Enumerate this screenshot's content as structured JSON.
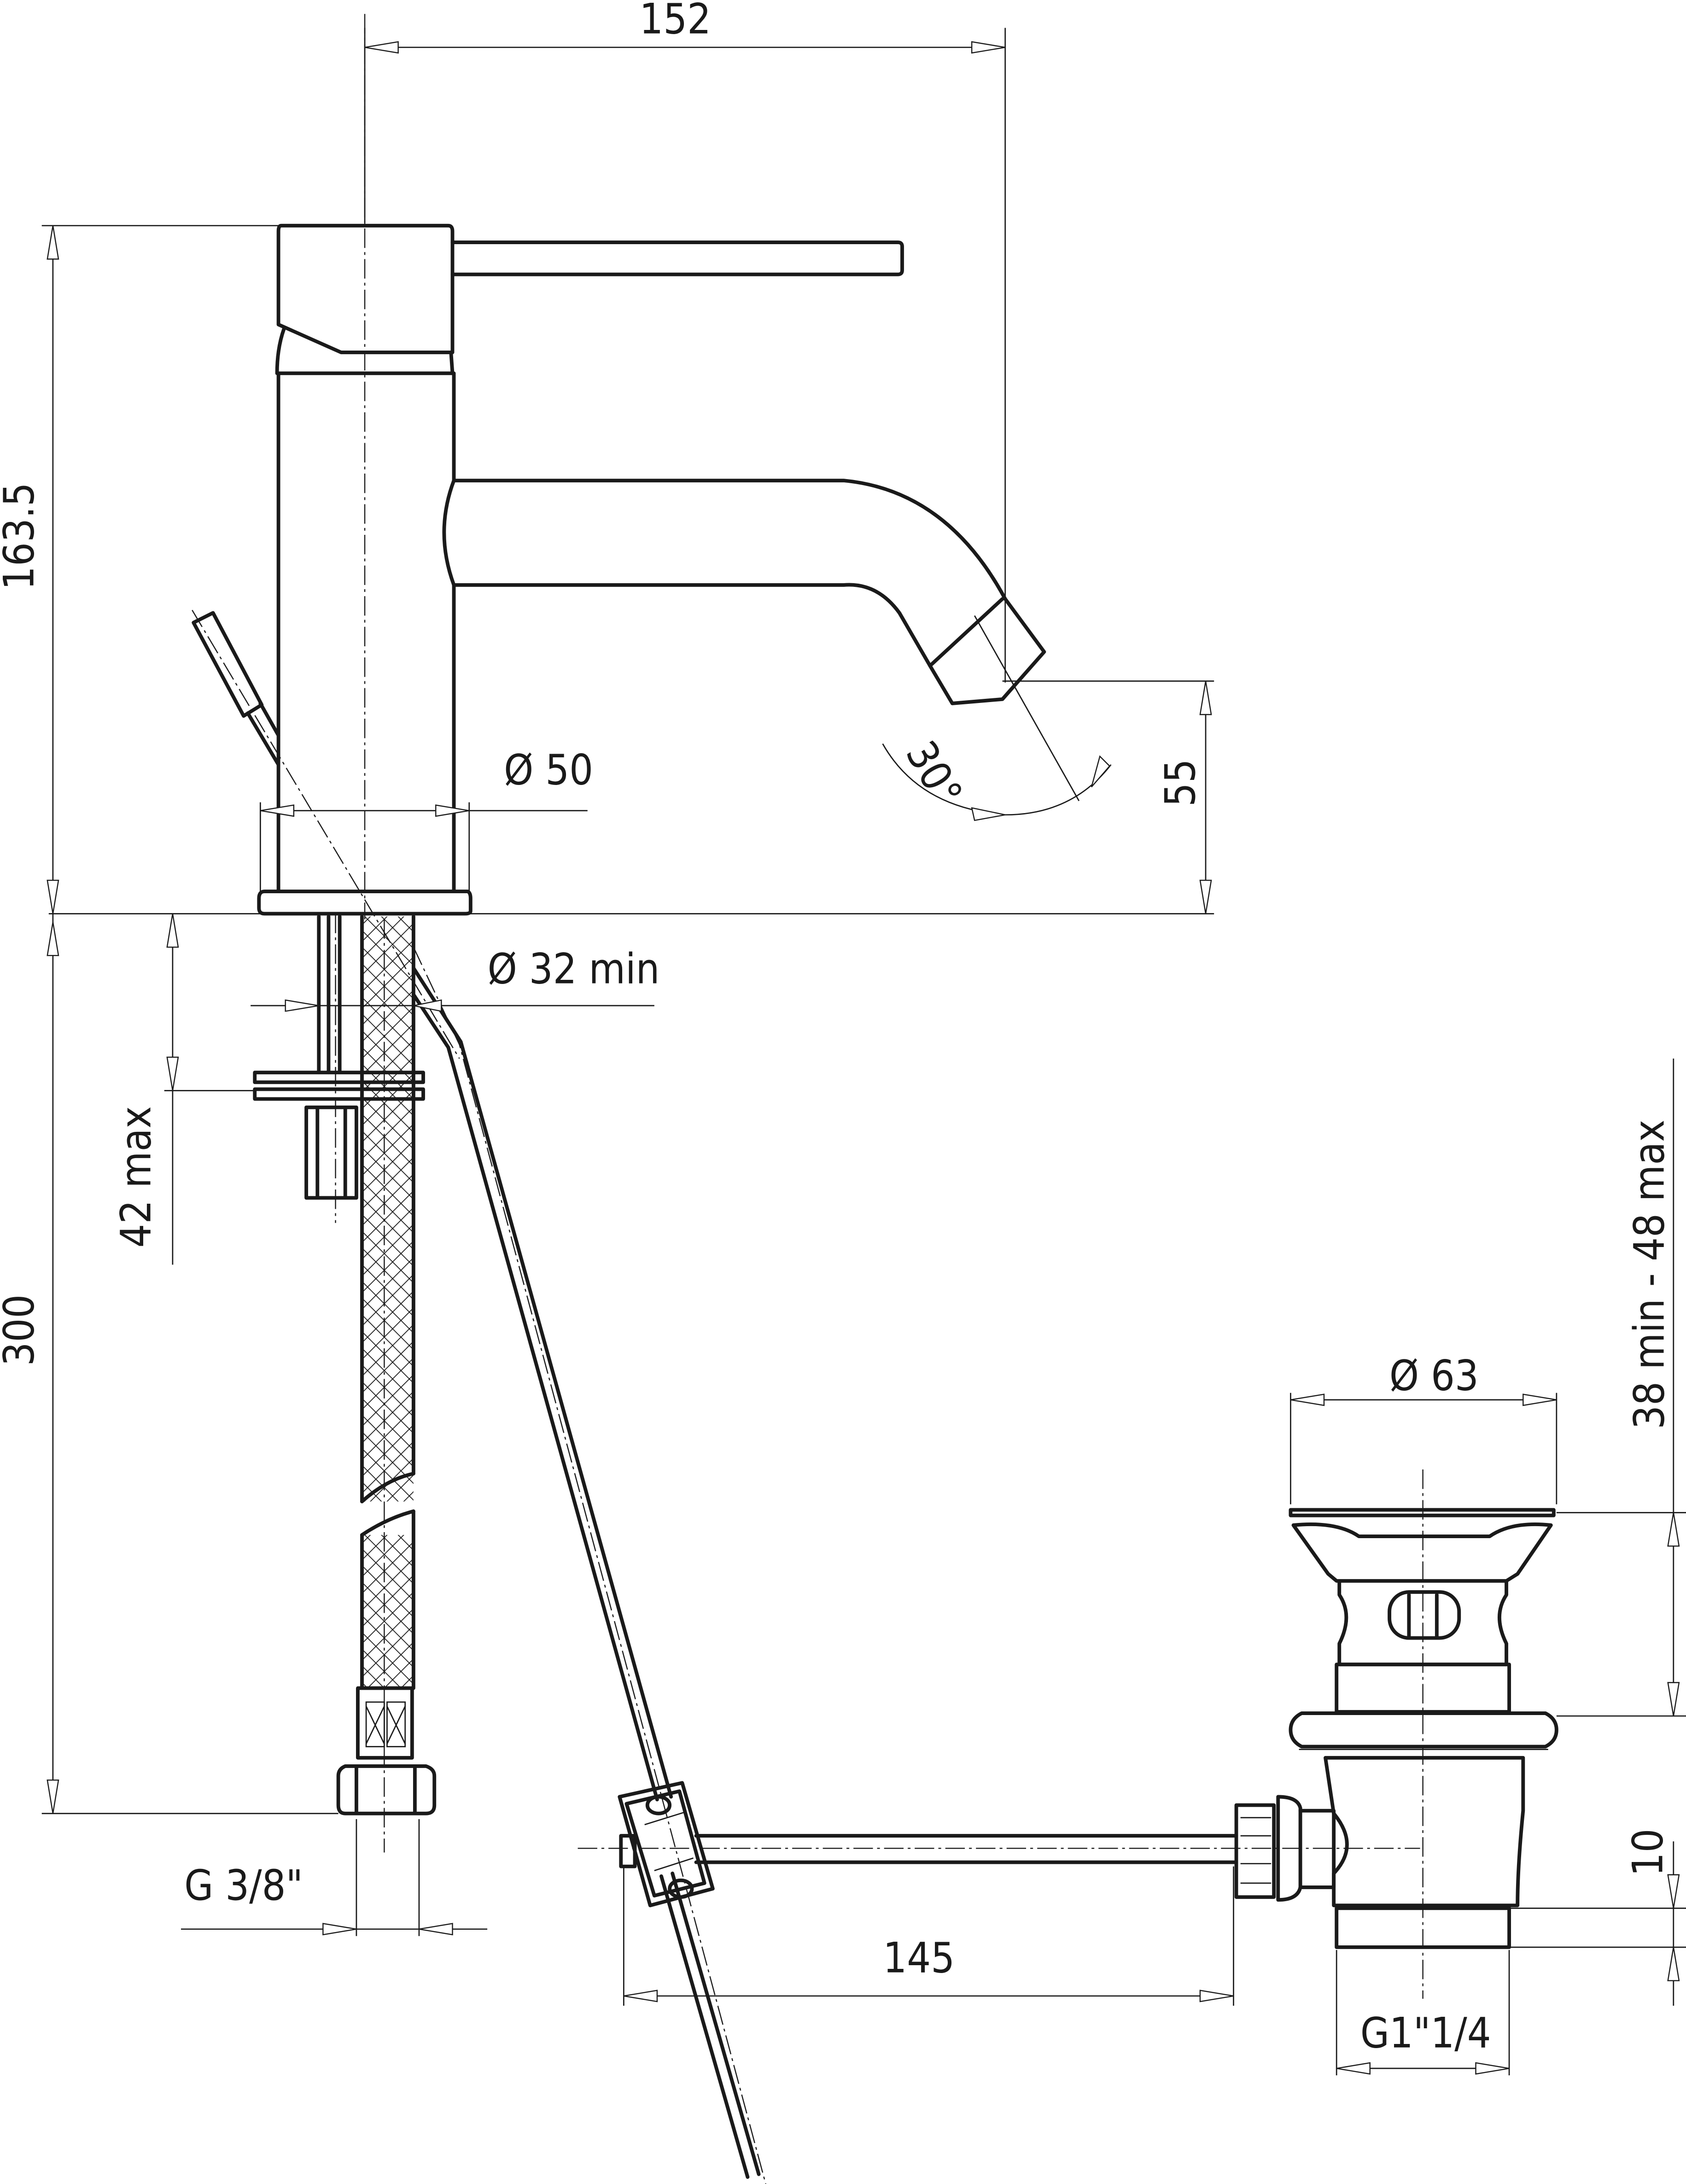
{
  "drawing": {
    "title": "Single-lever basin mixer with pop-up waste — technical dimension drawing",
    "units": "mm",
    "stroke_color": "#1a1a1a",
    "background": "#ffffff"
  },
  "dimensions": {
    "overall_width": "152",
    "overall_height": "163.5",
    "spout_height": "55",
    "spout_angle": "30°",
    "body_diameter": "Ø 50",
    "hole_diameter": "Ø 32  min",
    "deck_thickness": "42  max",
    "hose_length": "300",
    "hose_thread": "G  3/8\"",
    "waste_diameter": "Ø 63",
    "waste_range": "38  min  -  48  max",
    "waste_tail": "10",
    "waste_thread": "G1\"1/4",
    "rod_length": "145"
  },
  "components": [
    {
      "name": "mixer-body"
    },
    {
      "name": "lever-handle"
    },
    {
      "name": "spout"
    },
    {
      "name": "pop-up-rod"
    },
    {
      "name": "flexible-hose"
    },
    {
      "name": "mounting-nut"
    },
    {
      "name": "waste-valve"
    },
    {
      "name": "linkage-clevis"
    },
    {
      "name": "horizontal-rod"
    }
  ]
}
